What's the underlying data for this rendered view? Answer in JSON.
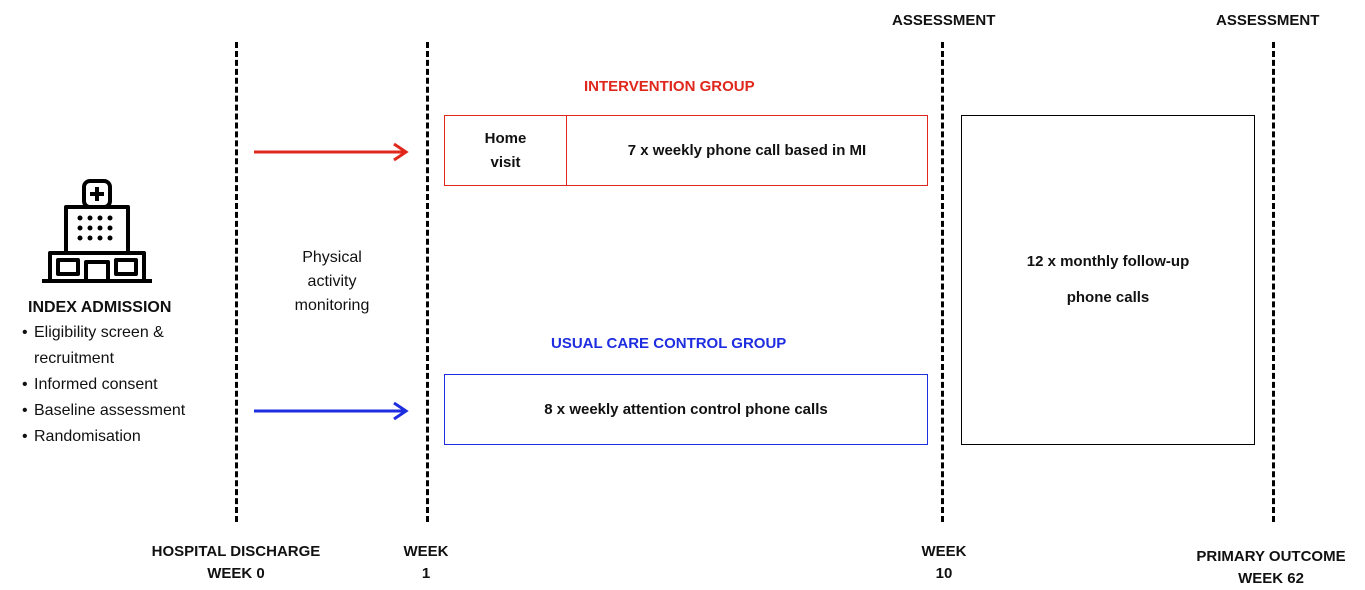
{
  "colors": {
    "intervention": "#e0271c",
    "control": "#1f2de0",
    "line": "#000000"
  },
  "icons": {
    "hospital": "hospital-icon"
  },
  "timeline": {
    "hospital_discharge": "HOSPITAL DISCHARGE",
    "week_0": "WEEK 0",
    "week_1_label": "WEEK",
    "week_1_num": "1",
    "week_10_label": "WEEK",
    "week_10_num": "10",
    "primary_outcome": "PRIMARY OUTCOME",
    "week_62": "WEEK 62",
    "assessment_1": "ASSESSMENT",
    "assessment_2": "ASSESSMENT"
  },
  "index_admission": {
    "title": "INDEX ADMISSION",
    "items": [
      "Eligibility screen &",
      "recruitment",
      "Informed consent",
      "Baseline assessment",
      "Randomisation"
    ]
  },
  "monitoring": {
    "line1": "Physical",
    "line2": "activity",
    "line3": "monitoring"
  },
  "intervention": {
    "title": "INTERVENTION GROUP",
    "home_visit_1": "Home",
    "home_visit_2": "visit",
    "calls": "7 x weekly phone call based in MI"
  },
  "control": {
    "title": "USUAL CARE CONTROL GROUP",
    "calls": "8 x weekly attention control phone calls"
  },
  "followup": {
    "line1": "12 x monthly follow-up",
    "line2": "phone calls"
  }
}
